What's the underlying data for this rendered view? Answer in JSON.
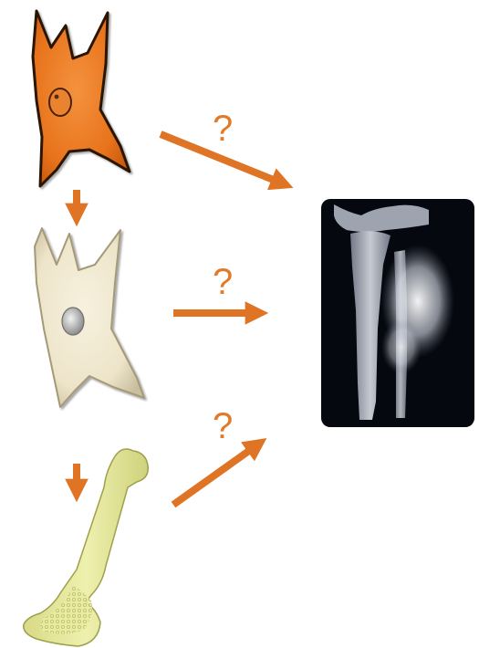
{
  "diagram": {
    "nodes": [
      {
        "id": "stem-cell",
        "label": "",
        "color": "#E8731C"
      },
      {
        "id": "bone-cell",
        "label": "",
        "color": "#EDE4C9"
      },
      {
        "id": "bone",
        "label": "",
        "color": "#E2E39A"
      },
      {
        "id": "tumor-xray",
        "label": ""
      }
    ],
    "edges": [
      {
        "from": "stem-cell",
        "to": "bone-cell",
        "label": ""
      },
      {
        "from": "bone-cell",
        "to": "bone",
        "label": ""
      },
      {
        "from": "stem-cell",
        "to": "tumor-xray",
        "label": "?"
      },
      {
        "from": "bone-cell",
        "to": "tumor-xray",
        "label": "?"
      },
      {
        "from": "bone",
        "to": "tumor-xray",
        "label": "?"
      }
    ]
  },
  "colors": {
    "arrow": "#DF7425",
    "question": "#E07B2C",
    "xray_background": "#06080F"
  },
  "labels": {
    "q_top": "?",
    "q_middle": "?",
    "q_bottom": "?"
  }
}
